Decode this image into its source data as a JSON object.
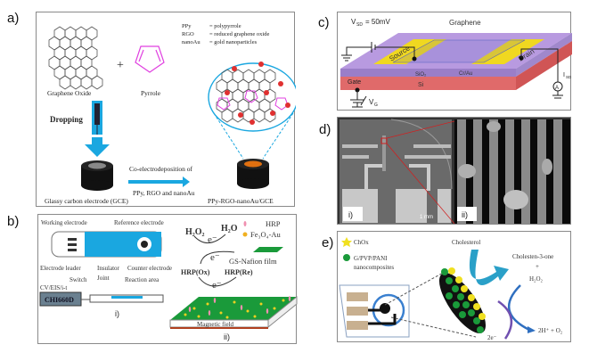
{
  "panels": {
    "a": {
      "label": "a)",
      "graphene_oxide": "Graphene Oxide",
      "pyrrole": "Pyrrole",
      "plus": "+",
      "legend": [
        {
          "abbr": "PPy",
          "def": "= polypyrrole"
        },
        {
          "abbr": "RGO",
          "def": "= reduced graphene oxide"
        },
        {
          "abbr": "nanoAu",
          "def": "= gold nanoparticles"
        }
      ],
      "dropping": "Dropping",
      "process_line1": "Co-electrodeposition of",
      "process_line2": "PPy, RGO and nanoAu",
      "gce": "Glassy carbon electrode (GCE)",
      "product": "PPy-RGO-nanoAu/GCE"
    },
    "b": {
      "label": "b)",
      "working_electrode": "Working electrode",
      "reference_electrode": "Reference electrode",
      "electrode_leader": "Electrode leader",
      "insulator": "Insulator",
      "counter_electrode": "Counter electrode",
      "switch": "Switch",
      "joint": "Joint",
      "reaction_area": "Reaction area",
      "technique": "CV/EIS/i-t",
      "instrument": "CHI660D",
      "sub_i": "i)",
      "sub_ii": "ii)",
      "h2o2": "H₂O₂",
      "h2o": "H₂O",
      "electron": "e⁻",
      "hrp_ox": "HRP(Ox)",
      "hrp_re": "HRP(Re)",
      "legend_hrp": "HRP",
      "legend_fe3o4": "Fe₃O₄-Au",
      "legend_film": "GS-Nafion film",
      "magnetic_field": "Magnetic field"
    },
    "c": {
      "label": "c)",
      "vsd": "V",
      "vsd_sub": "SD",
      "vsd_value": "= 50mV",
      "graphene": "Graphene",
      "source": "Source",
      "drain": "Drain",
      "crau": "Cr/Au",
      "sio2": "SiO₂",
      "si": "Si",
      "gate": "Gate",
      "vg": "V",
      "vg_sub": "G",
      "isd": "I",
      "isd_sub": "SD",
      "ammeter": "A"
    },
    "d": {
      "label": "d)",
      "sub_i": "i)",
      "sub_ii": "ii)",
      "scale": "1 mm"
    },
    "e": {
      "label": "e)",
      "legend_chox": "ChOx",
      "legend_composite_1": "G/PVP/PANI",
      "legend_composite_2": "nanocomposites",
      "cholesterol": "Cholesterol",
      "product1": "Cholesten-3-one",
      "plus": "+",
      "h2o2": "H₂O₂",
      "product2": "2H⁺ + O₂",
      "electrons": "2e⁻"
    }
  },
  "colors": {
    "cyan": "#1aa7e0",
    "magenta": "#e040e0",
    "orange": "#e07010",
    "gold": "#f0d020",
    "purple": "#b08ad8",
    "silicon": "#e06a6a",
    "green": "#1a9a3a",
    "blue_arrow": "#2f8fc8"
  }
}
